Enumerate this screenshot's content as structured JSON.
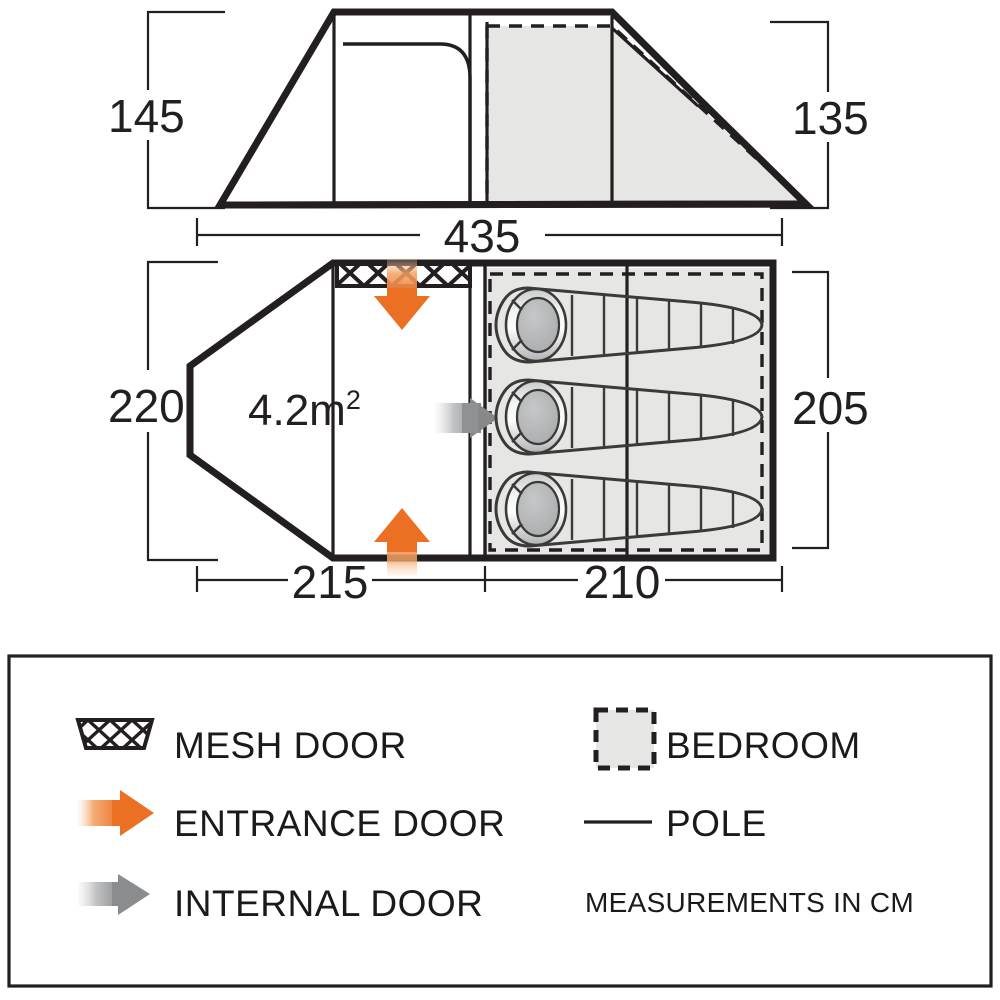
{
  "title": "Tent floor plan and elevation diagram",
  "dimensions": {
    "elevation_height_left": "145",
    "elevation_height_right": "135",
    "total_length": "435",
    "plan_width_left": "220",
    "plan_width_right": "205",
    "living_length": "215",
    "bedroom_length": "210"
  },
  "plan": {
    "living_area_value": "4.2m",
    "living_area_superscript": "2"
  },
  "legend": {
    "items_left": [
      {
        "icon": "mesh-door-icon",
        "label": "MESH DOOR"
      },
      {
        "icon": "entrance-door-arrow-icon",
        "label": "ENTRANCE DOOR"
      },
      {
        "icon": "internal-door-arrow-icon",
        "label": "INTERNAL DOOR"
      }
    ],
    "items_right": [
      {
        "icon": "bedroom-swatch-icon",
        "label": "BEDROOM"
      },
      {
        "icon": "pole-line-icon",
        "label": "POLE"
      }
    ],
    "note": "MEASUREMENTS IN CM"
  },
  "colors": {
    "orange_arrow": "#ec7024",
    "orange_arrow_light": "#f7c9a6",
    "grey_arrow": "#8a8c8e",
    "bedroom_fill": "#e6e6e4",
    "line": "#231f20",
    "background": "#ffffff"
  }
}
